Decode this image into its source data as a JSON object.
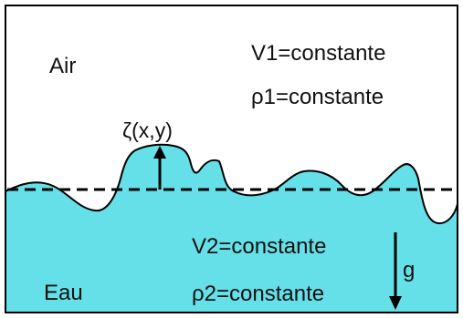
{
  "labels": {
    "air": "Air",
    "v1": "V1=constante",
    "rho1": "ρ1=constante",
    "zeta": "ζ(x,y)",
    "v2": "V2=constante",
    "water": "Eau",
    "rho2": "ρ2=constante",
    "g": "g"
  },
  "colors": {
    "water": "#66E0E8",
    "air": "#FFFFFF",
    "stroke": "#000000"
  }
}
